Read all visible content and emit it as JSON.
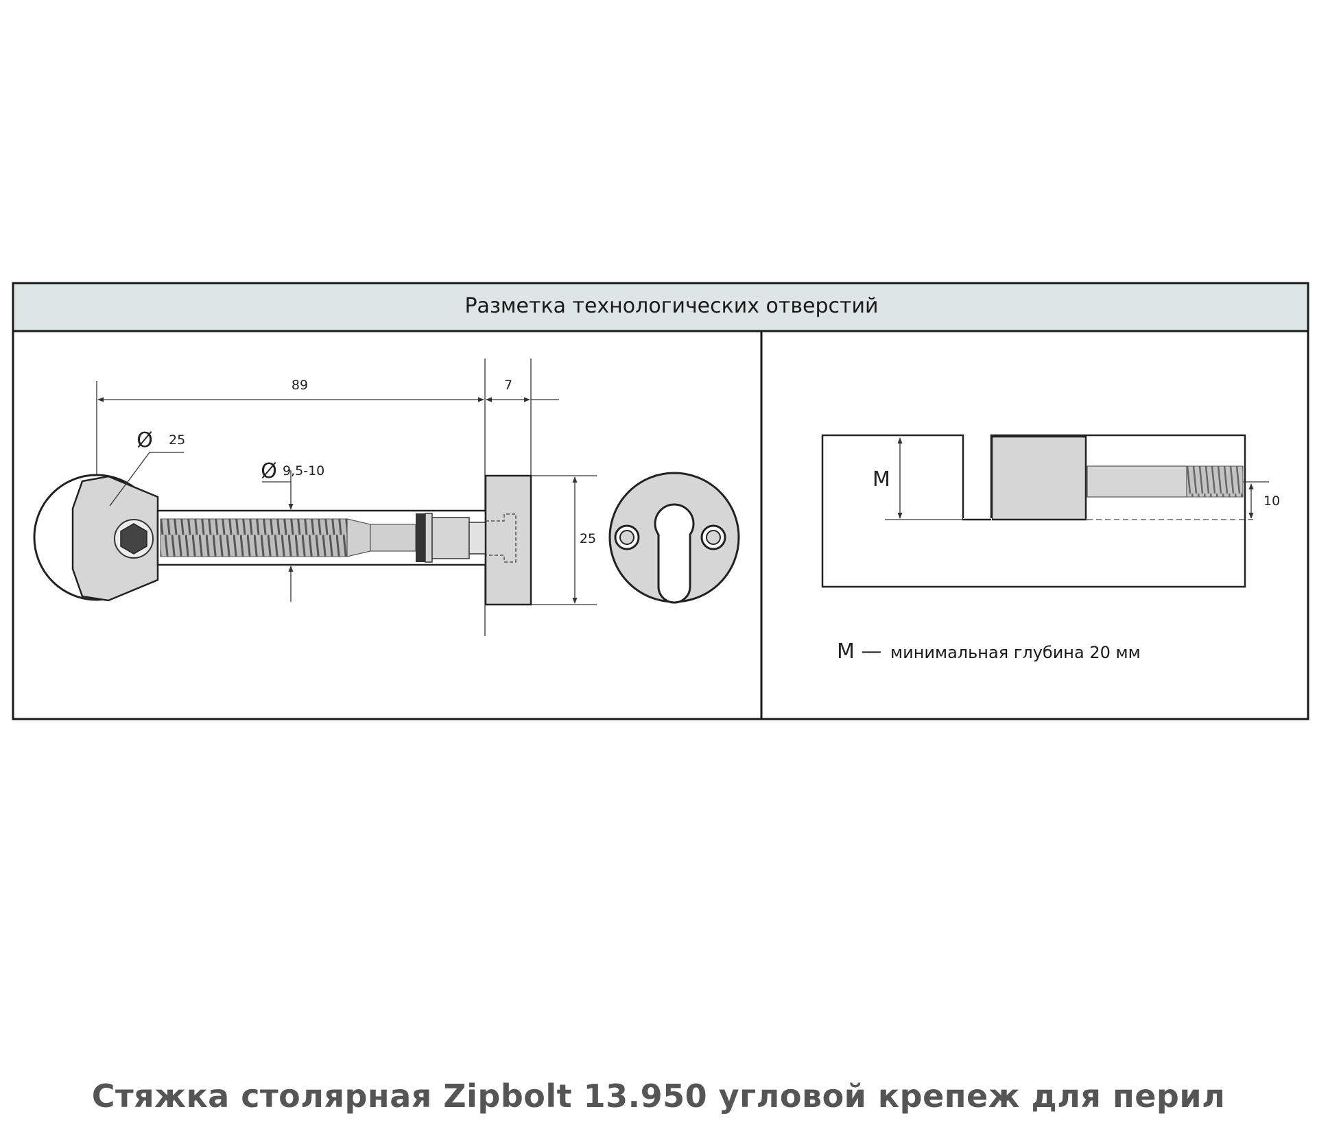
{
  "header": {
    "title": "Разметка технологических отверстий"
  },
  "left_drawing": {
    "dim_length": "89",
    "dim_plate_thickness": "7",
    "dim_head_diameter": "25",
    "dim_rod_diameter": "9,5-10",
    "dim_plate_height": "25",
    "diameter_symbol": "Ø"
  },
  "right_drawing": {
    "depth_label": "M",
    "dim_offset": "10",
    "note_symbol": "M —",
    "note_text": "минимальная глубина 20 мм"
  },
  "caption": "Стяжка столярная Zipbolt 13.950 угловой крепеж для перил",
  "colors": {
    "border": "#1a1a1a",
    "header_bg": "#dde5e5",
    "metal": "#d6d6d6",
    "metal_dark": "#9a9a9a"
  }
}
